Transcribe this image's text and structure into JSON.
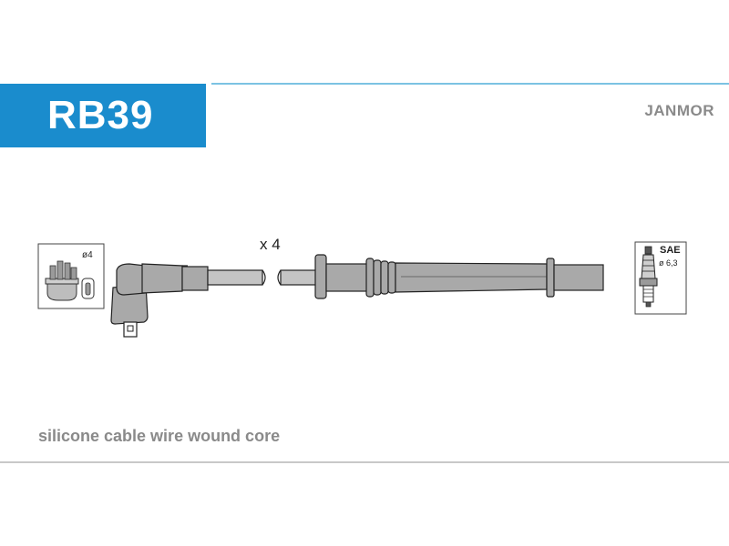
{
  "header": {
    "code": "RB39",
    "brand": "JANMOR",
    "code_box_color": "#1a8ccd",
    "rule_color": "#7cc3e3"
  },
  "diagram": {
    "distributor_icon": "distributor-cap-icon",
    "distributor_label": "ø4",
    "quantity_label": "x 4",
    "spark_plug_icon": "spark-plug-icon",
    "spark_plug_standard": "SAE",
    "spark_plug_diameter": "ø 6,3",
    "line_color": "#222222",
    "fill_color": "#a9a9a9"
  },
  "footer": {
    "description": "silicone cable wire wound core"
  }
}
